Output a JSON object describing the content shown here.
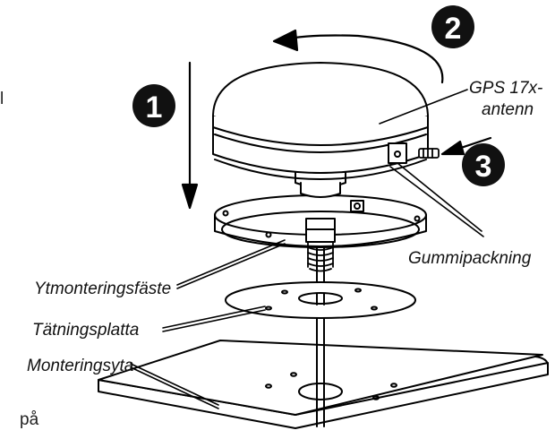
{
  "steps": {
    "step1": "1",
    "step2": "2",
    "step3": "3"
  },
  "labels": {
    "antenna_line1": "GPS 17x-",
    "antenna_line2": "antenn",
    "gasket": "Gummipackning",
    "bracket": "Ytmonteringsfäste",
    "sealing_plate": "Tätningsplatta",
    "mounting_surface": "Monteringsyta"
  },
  "stray_text": {
    "left_fragment": "l",
    "bottom_fragment": "på"
  },
  "colors": {
    "line": "#000000",
    "fill": "#ffffff",
    "badge": "#111111"
  }
}
